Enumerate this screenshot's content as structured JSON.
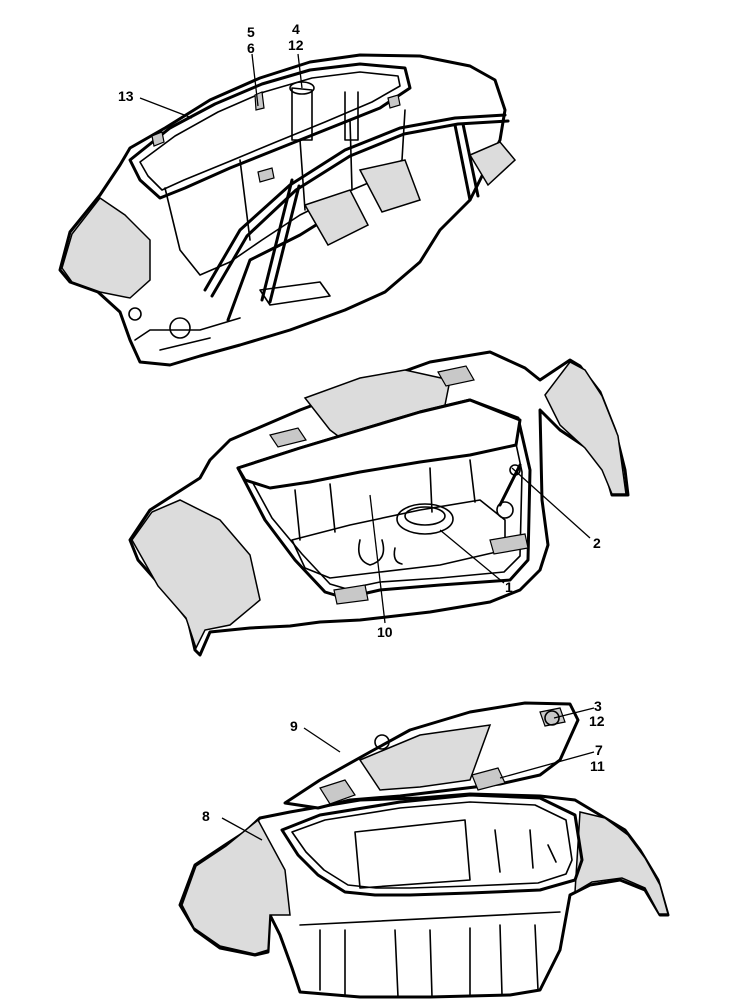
{
  "figure": {
    "views": [
      {
        "id": "top-view",
        "callouts": [
          "5",
          "6",
          "4",
          "12",
          "13"
        ]
      },
      {
        "id": "middle-view",
        "callouts": [
          "2",
          "1",
          "10"
        ]
      },
      {
        "id": "bottom-view",
        "callouts": [
          "3",
          "12",
          "9",
          "7",
          "11",
          "8"
        ]
      }
    ]
  },
  "callouts": {
    "c5": "5",
    "c6": "6",
    "c4": "4",
    "c12a": "12",
    "c13": "13",
    "c2": "2",
    "c1": "1",
    "c10": "10",
    "c3": "3",
    "c12b": "12",
    "c9": "9",
    "c7": "7",
    "c11": "11",
    "c8": "8"
  }
}
